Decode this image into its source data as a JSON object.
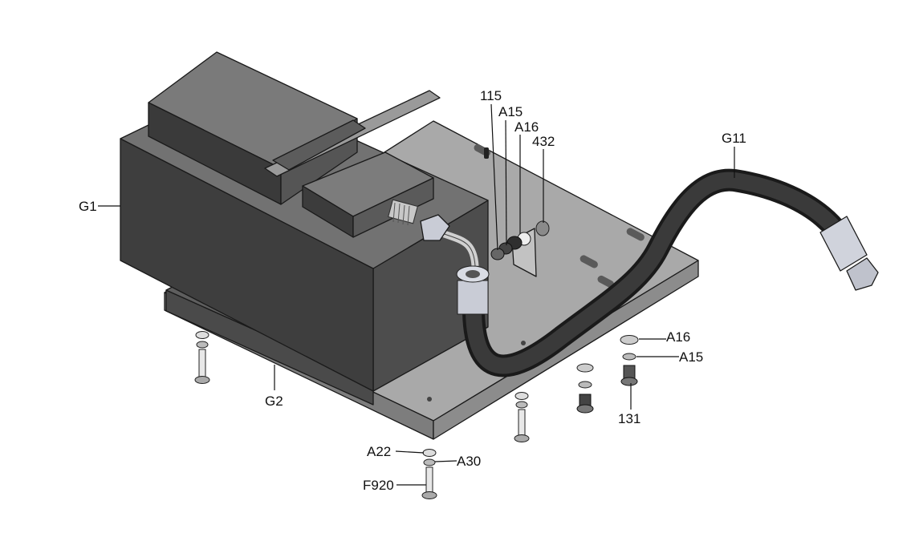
{
  "callouts": {
    "g1": "G1",
    "g2": "G2",
    "g11": "G11",
    "p115": "115",
    "a15_top": "A15",
    "a16_top": "A16",
    "p432": "432",
    "a16_right": "A16",
    "a15_right": "A15",
    "p131": "131",
    "a22": "A22",
    "a30": "A30",
    "f920": "F920"
  },
  "colors": {
    "box_front": "#3d3d3d",
    "box_top": "#6e6e6e",
    "plate": "#a7a7a7",
    "hose": "#262626",
    "fitting": "#c9ccd6"
  }
}
